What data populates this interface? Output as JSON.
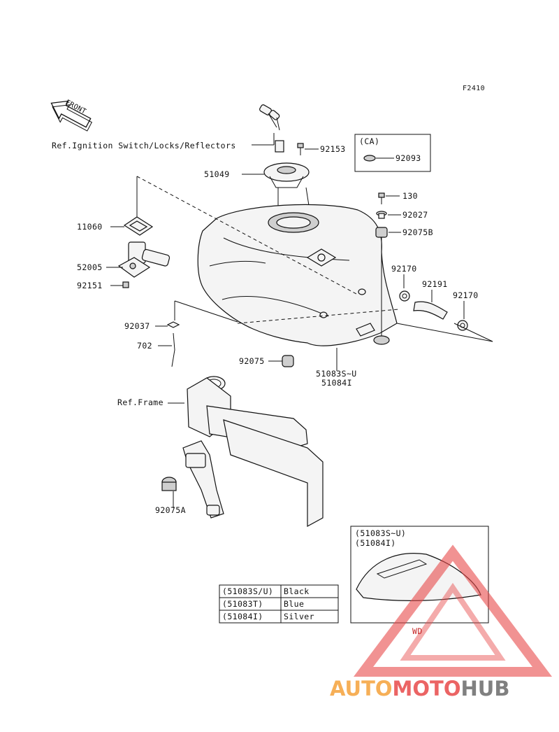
{
  "figure_code": "F2410",
  "front_arrow": "FRONT",
  "refs": {
    "ignition": "Ref.Ignition Switch/Locks/Reflectors",
    "frame": "Ref.Frame"
  },
  "ca_box": {
    "title": "(CA)",
    "part": "92093"
  },
  "parts": {
    "p92153": "92153",
    "p51049": "51049",
    "p11060": "11060",
    "p52005": "52005",
    "p92151": "92151",
    "p130": "130",
    "p92027": "92027",
    "p92075B": "92075B",
    "p92170a": "92170",
    "p92191": "92191",
    "p92170b": "92170",
    "p92037": "92037",
    "p702": "702",
    "p92075": "92075",
    "p51083": "51083S~U",
    "p51084": "51084I",
    "p92075A": "92075A"
  },
  "inset": {
    "line1": "(51083S~U)",
    "line2": "(51084I)",
    "code": "WD"
  },
  "color_table": [
    {
      "part": "(51083S/U)",
      "color": "Black"
    },
    {
      "part": "(51083T)",
      "color": "Blue"
    },
    {
      "part": "(51084I)",
      "color": "Silver"
    }
  ],
  "watermark": {
    "part1": "AUTO",
    "part2": "MOTO",
    "part3": "HUB"
  },
  "colors": {
    "line": "#111111",
    "wm_orange": "#f5a23a",
    "wm_red": "#e84a4a",
    "wm_gray": "#6b6b6b"
  }
}
